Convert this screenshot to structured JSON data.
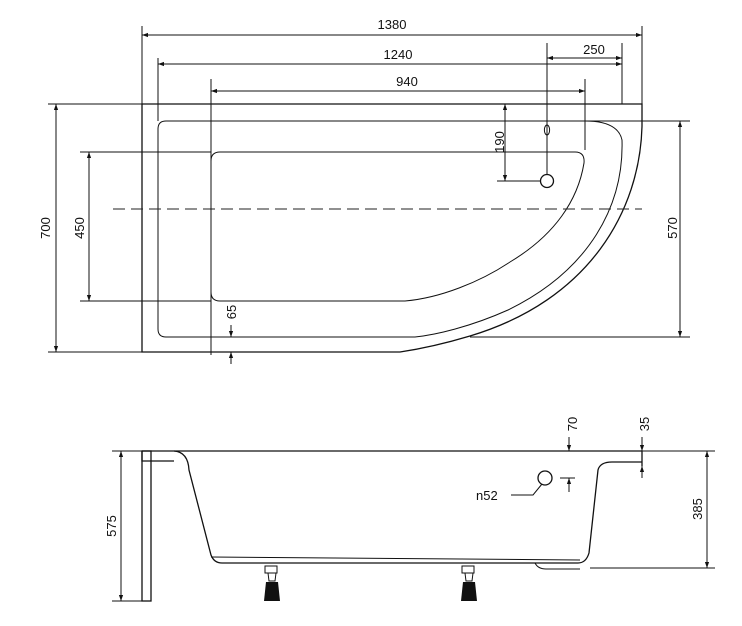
{
  "top_view": {
    "dims": {
      "length_total": "1380",
      "length_inner": "1240",
      "length_flat": "940",
      "drain_offset": "250",
      "drain_from_rim": "190",
      "width_total": "700",
      "width_flat": "450",
      "width_inner": "570",
      "rim_width": "65"
    }
  },
  "side_view": {
    "dims": {
      "height_total": "575",
      "depth": "385",
      "overflow_offset": "70",
      "rim_thickness": "35"
    },
    "callout": "n52"
  }
}
